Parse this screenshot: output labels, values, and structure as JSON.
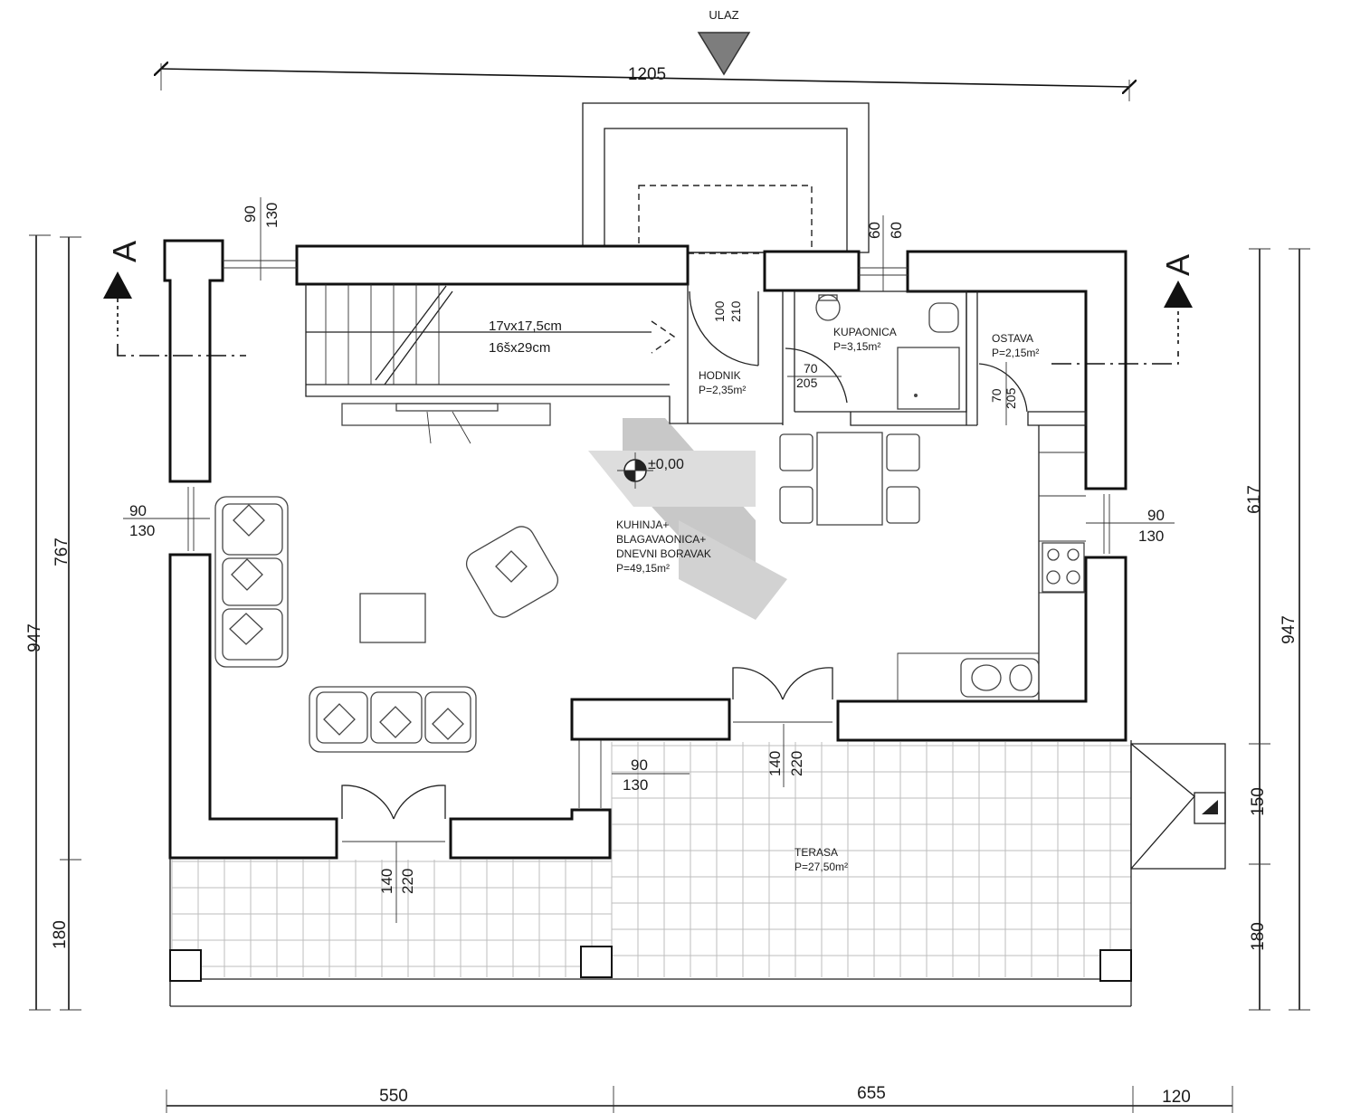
{
  "entrance": {
    "label": "ULAZ"
  },
  "section_marker": {
    "label": "A"
  },
  "elevation": {
    "label": "±0,00"
  },
  "stairs": {
    "risers": "17vx17,5cm",
    "treads": "16šx29cm"
  },
  "rooms": {
    "hodnik": {
      "name": "HODNIK",
      "area": "P=2,35m²"
    },
    "kupaonica": {
      "name": "KUPAONICA",
      "area": "P=3,15m²"
    },
    "ostava": {
      "name": "OSTAVA",
      "area": "P=2,15m²"
    },
    "living": {
      "name_line1": "KUHINJA+",
      "name_line2": "BLAGAVAONICA+",
      "name_line3": "DNEVNI BORAVAK",
      "area": "P=49,15m²"
    },
    "terasa": {
      "name": "TERASA",
      "area": "P=27,50m²"
    }
  },
  "dimensions": {
    "top_total": "1205",
    "bottom": [
      "550",
      "655",
      "120"
    ],
    "left_outer": "947",
    "left_inner_top": "767",
    "left_inner_bottom": "180",
    "right_outer": "947",
    "right_inner_top": "617",
    "right_inner_mid": "150",
    "right_inner_bottom": "180"
  },
  "openings": {
    "top_left_window": {
      "w": "90",
      "h": "130"
    },
    "top_right_window": {
      "w": "60",
      "h": "60"
    },
    "left_window": {
      "w": "90",
      "h": "130"
    },
    "right_window": {
      "w": "90",
      "h": "130"
    },
    "hall_door": {
      "w": "100",
      "h": "210"
    },
    "bath_door": {
      "w": "70",
      "h": "205"
    },
    "storage_door": {
      "w": "70",
      "h": "205"
    },
    "terrace_window": {
      "w": "90",
      "h": "130"
    },
    "terrace_door_right": {
      "w": "140",
      "h": "220"
    },
    "terrace_door_left": {
      "w": "140",
      "h": "220"
    }
  }
}
